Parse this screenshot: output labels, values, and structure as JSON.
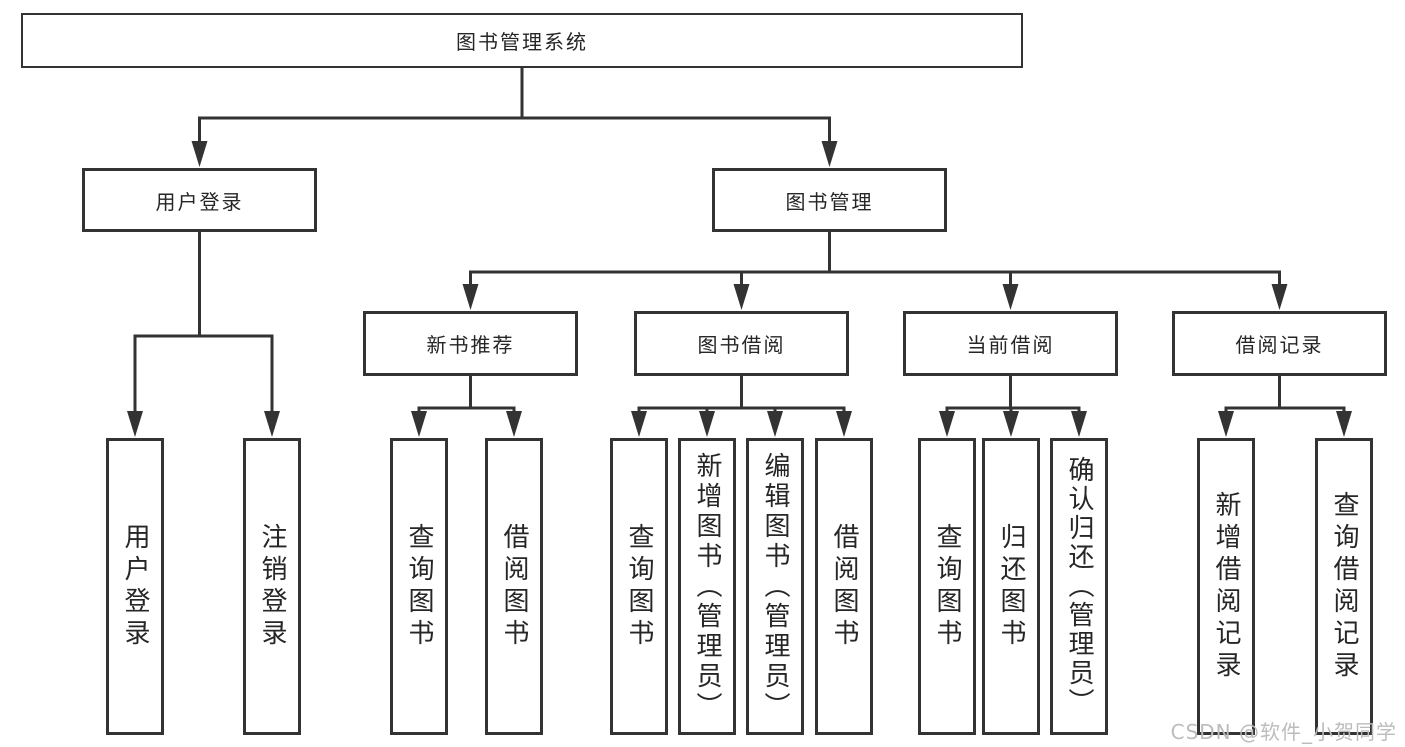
{
  "diagram": {
    "title": "图书管理系统",
    "watermark": "CSDN @软件_小贺同学",
    "colors": {
      "line": "#333333",
      "text": "#262626",
      "background": "#ffffff",
      "watermark": "#bcbcbc"
    },
    "nodes": {
      "root": {
        "label": "图书管理系统"
      },
      "user_login": {
        "label": "用户登录"
      },
      "book_mgmt": {
        "label": "图书管理"
      },
      "new_books": {
        "label": "新书推荐"
      },
      "book_borrow": {
        "label": "图书借阅"
      },
      "current_borrow": {
        "label": "当前借阅"
      },
      "borrow_records": {
        "label": "借阅记录"
      },
      "leaf_user_login": {
        "label": "用户登录"
      },
      "leaf_logout": {
        "label": "注销登录"
      },
      "leaf_new_query": {
        "label": "查询图书"
      },
      "leaf_new_borrow": {
        "label": "借阅图书"
      },
      "leaf_bb_query": {
        "label": "查询图书"
      },
      "leaf_bb_add": {
        "label": "新增图书（管理员）"
      },
      "leaf_bb_edit": {
        "label": "编辑图书（管理员）"
      },
      "leaf_bb_borrow": {
        "label": "借阅图书"
      },
      "leaf_cb_query": {
        "label": "查询图书"
      },
      "leaf_cb_return": {
        "label": "归还图书"
      },
      "leaf_cb_confirm": {
        "label": "确认归还（管理员）"
      },
      "leaf_rec_add": {
        "label": "新增借阅记录"
      },
      "leaf_rec_query": {
        "label": "查询借阅记录"
      }
    },
    "structure": {
      "图书管理系统": [
        "用户登录",
        "图书管理"
      ],
      "用户登录": [
        "用户登录",
        "注销登录"
      ],
      "图书管理": [
        "新书推荐",
        "图书借阅",
        "当前借阅",
        "借阅记录"
      ],
      "新书推荐": [
        "查询图书",
        "借阅图书"
      ],
      "图书借阅": [
        "查询图书",
        "新增图书（管理员）",
        "编辑图书（管理员）",
        "借阅图书"
      ],
      "当前借阅": [
        "查询图书",
        "归还图书",
        "确认归还（管理员）"
      ],
      "借阅记录": [
        "新增借阅记录",
        "查询借阅记录"
      ]
    }
  }
}
